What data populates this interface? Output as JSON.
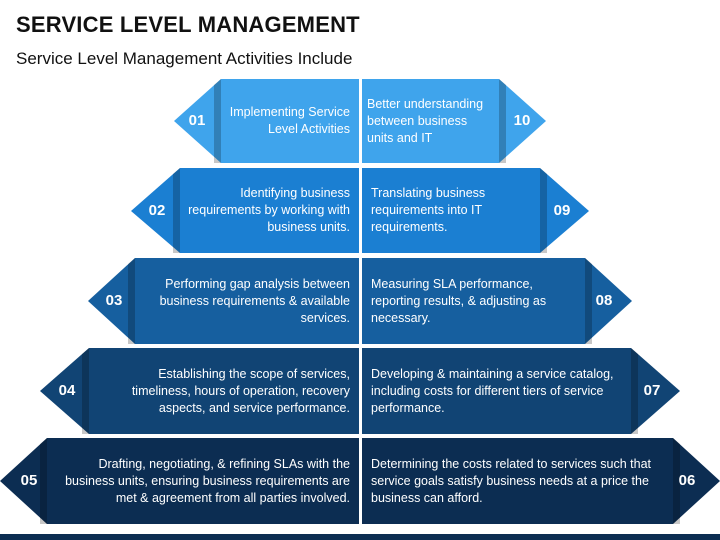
{
  "title": "SERVICE LEVEL MANAGEMENT",
  "subtitle": "Service Level Management Activities Include",
  "colors": {
    "tier1": "#3fa4ec",
    "tier2": "#1b7fd2",
    "tier3": "#165f9f",
    "tier4": "#114474",
    "tier5": "#0c2d52",
    "fold_shade": "rgba(0,0,0,0.22)"
  },
  "rows": [
    {
      "left_num": "01",
      "left_text": "Implementing Service Level Activities",
      "right_num": "10",
      "right_text": "Better understanding between business units and IT"
    },
    {
      "left_num": "02",
      "left_text": "Identifying business requirements by working with business units.",
      "right_num": "09",
      "right_text": "Translating business requirements into IT requirements."
    },
    {
      "left_num": "03",
      "left_text": "Performing gap analysis between business requirements & available services.",
      "right_num": "08",
      "right_text": "Measuring SLA performance, reporting results, & adjusting as necessary."
    },
    {
      "left_num": "04",
      "left_text": "Establishing the scope of services, timeliness, hours of operation, recovery aspects, and service performance.",
      "right_num": "07",
      "right_text": "Developing & maintaining a service catalog, including costs for different tiers of service performance."
    },
    {
      "left_num": "05",
      "left_text": "Drafting, negotiating, & refining SLAs with the business units, ensuring business requirements are met & agreement from all parties involved.",
      "right_num": "06",
      "right_text": "Determining the costs related to services such that service goals satisfy business needs at a price the business can afford."
    }
  ]
}
